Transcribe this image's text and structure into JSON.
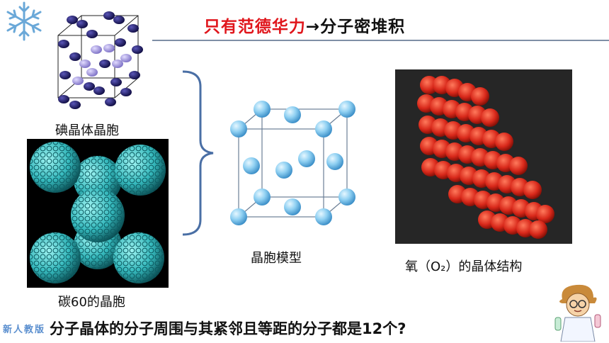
{
  "header": {
    "title_highlight": "只有范德华力",
    "title_rest": "→分子密堆积"
  },
  "figures": {
    "iodine_caption": "碘晶体晶胞",
    "c60_caption": "碳60的晶胞",
    "model_caption": "晶胞模型",
    "oxygen_caption": "氧（O₂）的晶体结构"
  },
  "question": "分子晶体的分子周围与其紧邻且等距的分子都是12个?",
  "footer": {
    "logo_text": "新人教版"
  },
  "colors": {
    "title_red": "#e0161c",
    "sphere_blue": "#8fd0f2",
    "c60_cyan": "#3ec4c8",
    "oxygen_red": "#d8281a",
    "iodine_dark": "#1e1a6e",
    "iodine_light": "#9a8fd8"
  },
  "icons": [
    "snowflake-icon",
    "scientist-cartoon-icon"
  ]
}
